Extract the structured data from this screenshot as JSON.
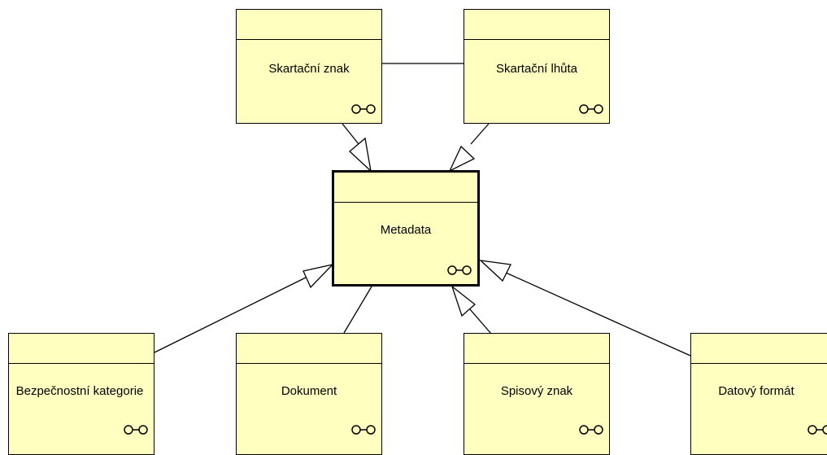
{
  "colors": {
    "node_fill": "#ffffc0",
    "stroke": "#000000",
    "background": "#ffffff"
  },
  "icon": "goggles-icon",
  "nodes": {
    "skartacni_znak": "Skartační znak",
    "skartacni_lhuta": "Skartační lhůta",
    "metadata": "Metadata",
    "bezpecnostni_kategorie": "Bezpečnostní kategorie",
    "dokument": "Dokument",
    "spisovy_znak": "Spisový znak",
    "datovy_format": "Datový formát"
  }
}
